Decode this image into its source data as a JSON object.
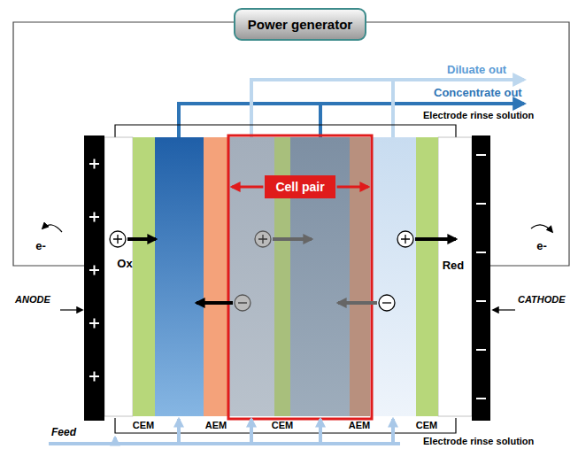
{
  "diagram": {
    "nodes": [
      {
        "text": [
          "Power generator"
        ]
      },
      {
        "text": [
          "Cell pair"
        ]
      }
    ],
    "labels": [
      "Diluate out",
      "Concentrate out",
      "Electrode rinse solution",
      "e-",
      "Ox",
      "e-",
      "Red",
      "ANODE",
      "CATHODE",
      "CEM",
      "AEM",
      "CEM",
      "AEM",
      "CEM",
      "Feed",
      "Electrode rinse solution"
    ]
  }
}
